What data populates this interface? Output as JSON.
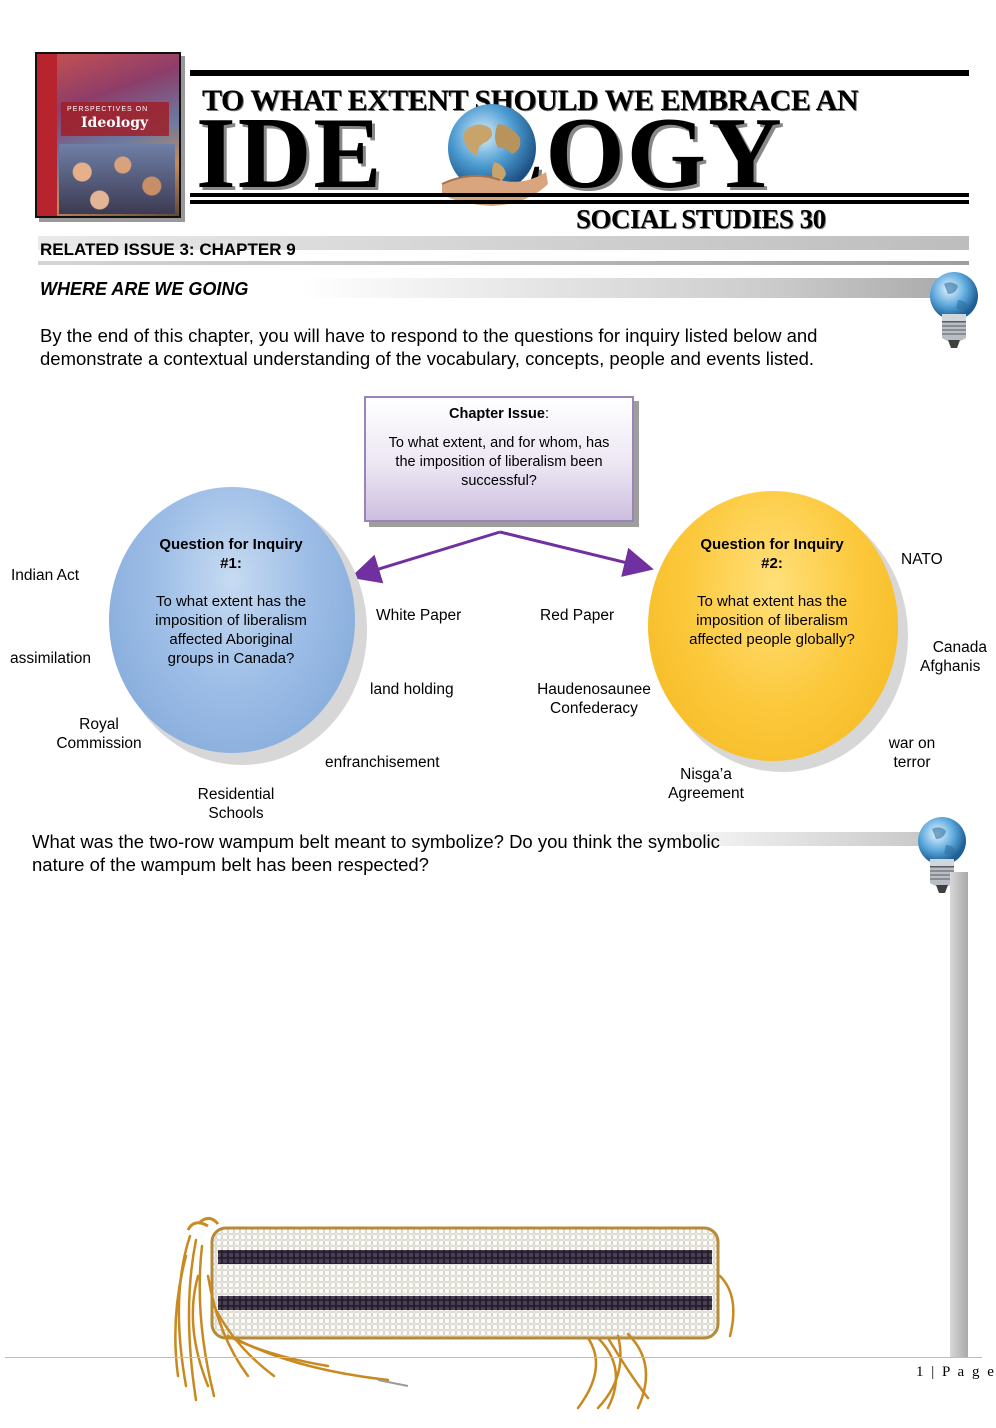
{
  "header": {
    "book_cover": {
      "series": "PERSPECTIVES ON",
      "title": "Ideology"
    },
    "line1": "TO WHAT EXTENT SHOULD WE EMBRACE AN",
    "big_word_left": "IDE",
    "big_word_right": "LOGY",
    "course": "SOCIAL STUDIES 30"
  },
  "section": {
    "related_issue": "RELATED ISSUE 3: CHAPTER 9",
    "heading": "WHERE ARE WE GOING",
    "intro": "By the end of this chapter, you will have to respond to the questions for inquiry listed below and demonstrate a contextual understanding of the vocabulary, concepts, people and events listed."
  },
  "chapter_issue": {
    "label": "Chapter Issue",
    "colon": ":",
    "text": "To what extent, and for whom, has the imposition of liberalism been successful?"
  },
  "inquiry1": {
    "heading": "Question for Inquiry #1:",
    "text": "To what extent has the imposition of liberalism affected Aboriginal groups in Canada?"
  },
  "inquiry2": {
    "heading": "Question for Inquiry #2:",
    "text": "To what extent has the imposition of liberalism affected people globally?"
  },
  "terms": {
    "indian_act": "Indian Act",
    "assimilation": "assimilation",
    "royal_commission_1": "Royal",
    "royal_commission_2": "Commission",
    "residential_1": "Residential",
    "residential_2": "Schools",
    "white_paper": "White Paper",
    "land_holding": "land holding",
    "enfranchisement": "enfranchisement",
    "red_paper": "Red Paper",
    "haudenosaunee_1": "Haudenosaunee",
    "haudenosaunee_2": "Confederacy",
    "nisgaa_1": "Nisga’a",
    "nisgaa_2": "Agreement",
    "nato": "NATO",
    "canada_1": "Canada",
    "canada_2": "Afghanis",
    "war_1": "war on",
    "war_2": "terror"
  },
  "question": {
    "text": "What was the two-row wampum belt meant to symbolize?  Do you think the symbolic nature of the wampum belt has been respected?"
  },
  "footer": {
    "page": "1 | P a g e"
  },
  "colors": {
    "arrow": "#7030a0",
    "inquiry1_fill": "#8fb4e0",
    "inquiry2_fill": "#f9c12e",
    "issue_box_border": "#9a85b9"
  }
}
